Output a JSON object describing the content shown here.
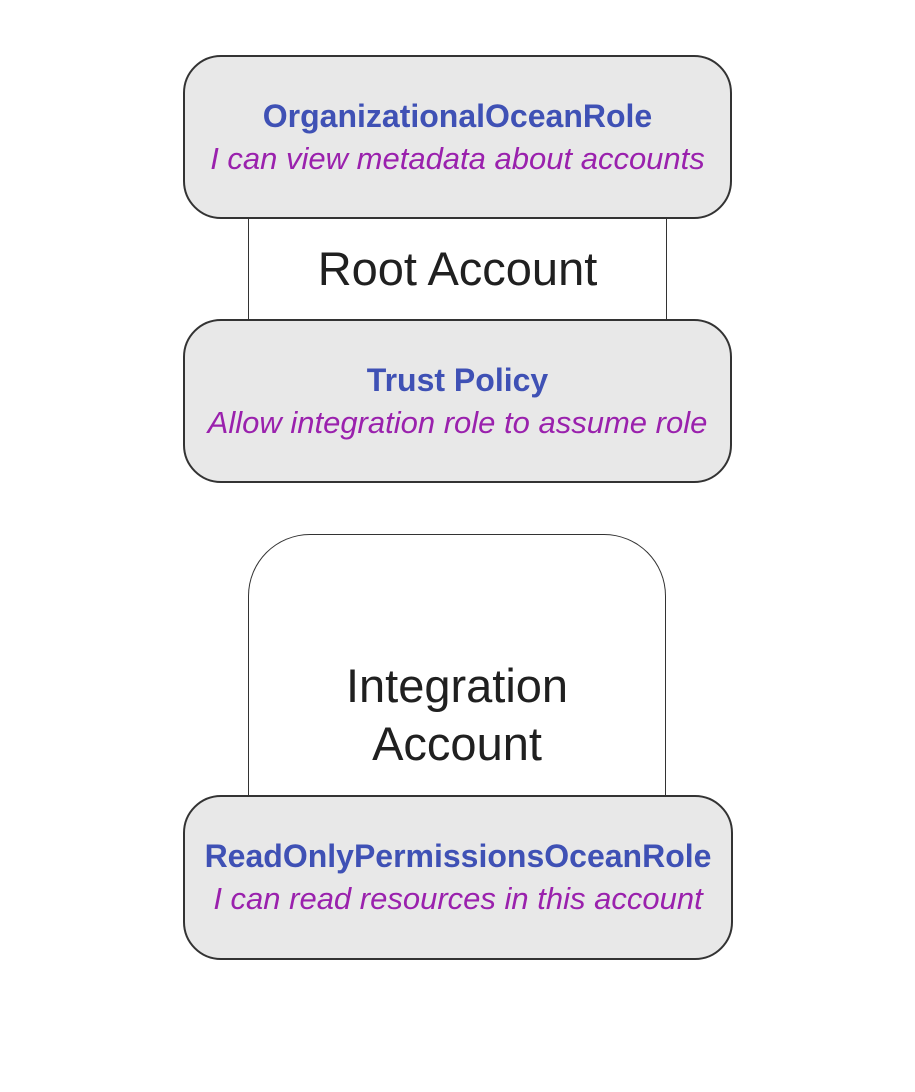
{
  "diagram": {
    "root_account": {
      "label": "Root Account",
      "role_node": {
        "title": "OrganizationalOceanRole",
        "description": "I can view metadata about accounts"
      },
      "trust_node": {
        "title": "Trust Policy",
        "description": "Allow integration role to assume role"
      }
    },
    "integration_account": {
      "label": "Integration Account",
      "role_node": {
        "title": "ReadOnlyPermissionsOceanRole",
        "description": "I can read resources in this account"
      }
    },
    "colors": {
      "background": "#ffffff",
      "node_fill": "#e8e8e8",
      "node_border": "#333333",
      "container_border": "#333333",
      "role_title_text": "#3f51b5",
      "role_description_text": "#9a21ad",
      "account_label_text": "#202020"
    }
  }
}
